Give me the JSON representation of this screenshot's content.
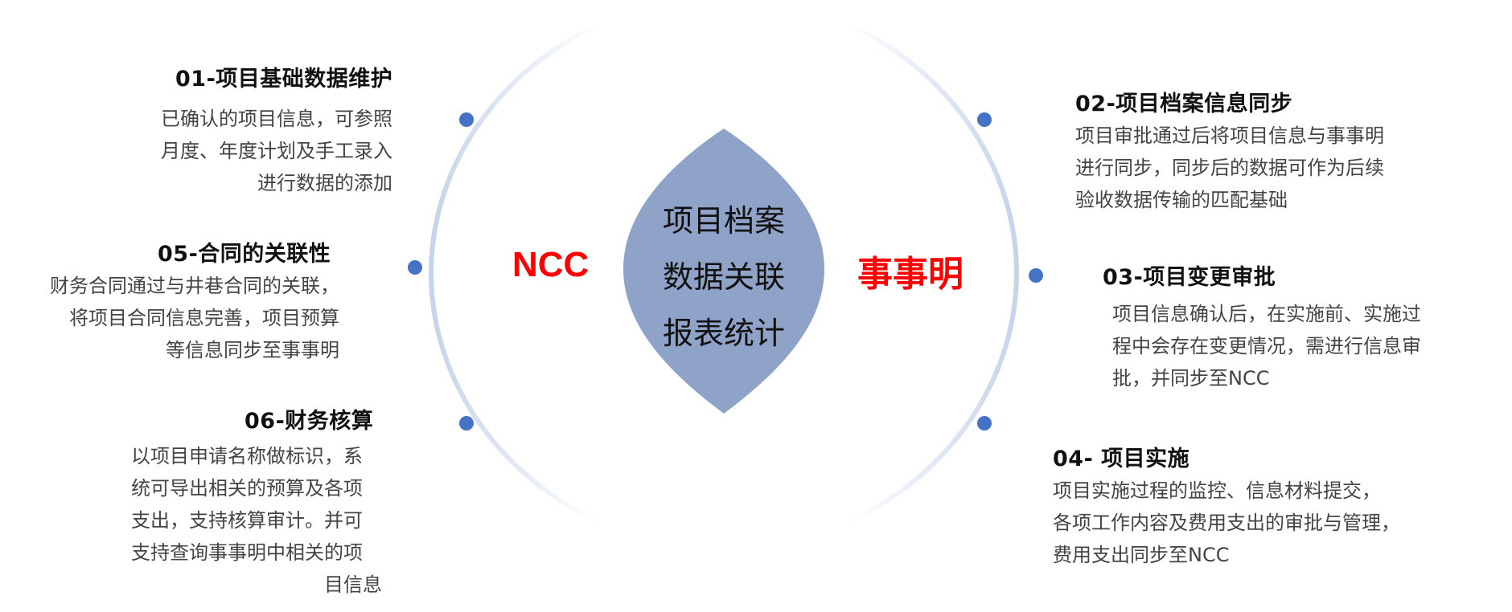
{
  "colors": {
    "ring": "#c6d3ec",
    "dot": "#4472c4",
    "center_shape": "#8fa3c8",
    "label_red": "#ff0000",
    "title_text": "#111111",
    "body_text": "#444444"
  },
  "center": {
    "lines": [
      "项目档案",
      "数据关联",
      "报表统计"
    ]
  },
  "left_label": "NCC",
  "right_label": "事事明",
  "items": [
    {
      "title": "01-项目基础数据维护",
      "lines": [
        "已确认的项目信息，可参照",
        "月度、年度计划及手工录入",
        "进行数据的添加"
      ]
    },
    {
      "title": "05-合同的关联性",
      "lines": [
        "财务合同通过与井巷合同的关联，",
        "将项目合同信息完善，项目预算",
        "等信息同步至事事明"
      ]
    },
    {
      "title": "06-财务核算",
      "lines": [
        "以项目申请名称做标识，系",
        "统可导出相关的预算及各项",
        "支出，支持核算审计。并可",
        "支持查询事事明中相关的项",
        "目信息"
      ]
    },
    {
      "title": "02-项目档案信息同步",
      "lines": [
        "项目审批通过后将项目信息与事事明",
        "进行同步，同步后的数据可作为后续",
        "验收数据传输的匹配基础"
      ]
    },
    {
      "title": "03-项目变更审批",
      "lines": [
        "项目信息确认后，在实施前、实施过",
        "程中会存在变更情况，需进行信息审",
        "批，并同步至NCC"
      ]
    },
    {
      "title": "04- 项目实施",
      "lines": [
        "项目实施过程的监控、信息材料提交，",
        "各项工作内容及费用支出的审批与管理，",
        "费用支出同步至NCC"
      ]
    }
  ]
}
